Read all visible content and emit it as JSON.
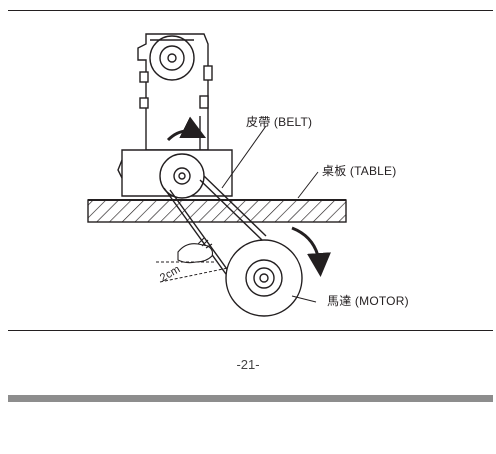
{
  "figure": {
    "labels": {
      "belt": "皮帶 (BELT)",
      "table": "桌板 (TABLE)",
      "motor": "馬達 (MOTOR)",
      "distance": "2cm"
    }
  },
  "footer": {
    "page_number": "-21-"
  }
}
